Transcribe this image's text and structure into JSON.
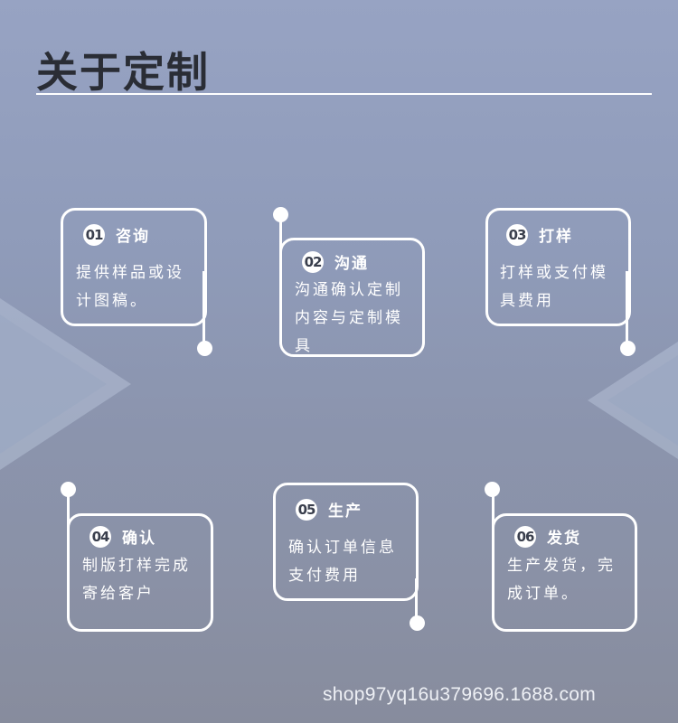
{
  "page": {
    "title": "关于定制"
  },
  "steps": [
    {
      "num": "01",
      "heading": "咨询",
      "desc": "提供样品或设\n计图稿。"
    },
    {
      "num": "02",
      "heading": "沟通",
      "desc": "沟通确认定制\n内容与定制模\n具"
    },
    {
      "num": "03",
      "heading": "打样",
      "desc": "打样或支付模\n具费用"
    },
    {
      "num": "04",
      "heading": "确认",
      "desc": "制版打样完成\n寄给客户"
    },
    {
      "num": "05",
      "heading": "生产",
      "desc": "确认订单信息\n支付费用"
    },
    {
      "num": "06",
      "heading": "发货",
      "desc": "生产发货，完\n成订单。"
    }
  ],
  "footer": {
    "url": "shop97yq16u379696.1688.com"
  },
  "colors": {
    "text_dark": "#2a2d35",
    "line": "#ffffff"
  }
}
